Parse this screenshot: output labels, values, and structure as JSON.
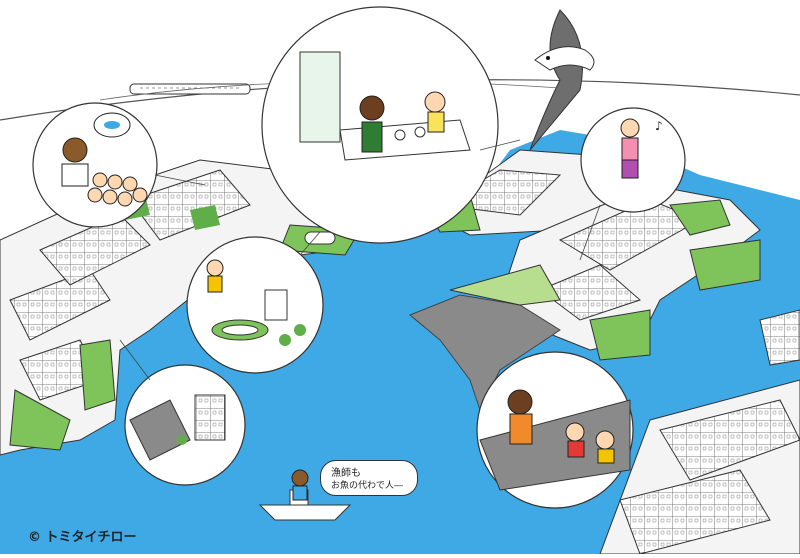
{
  "copyright": "© トミタイチロー",
  "speech": {
    "line1": "漁師も",
    "line2": "お魚の代わで人―"
  },
  "colors": {
    "sea": "#3fa9e6",
    "grass": "#7fc45a",
    "park": "#5fae4a",
    "building": "#ffffff",
    "outline": "#333333",
    "rock": "#8a8a8a"
  }
}
